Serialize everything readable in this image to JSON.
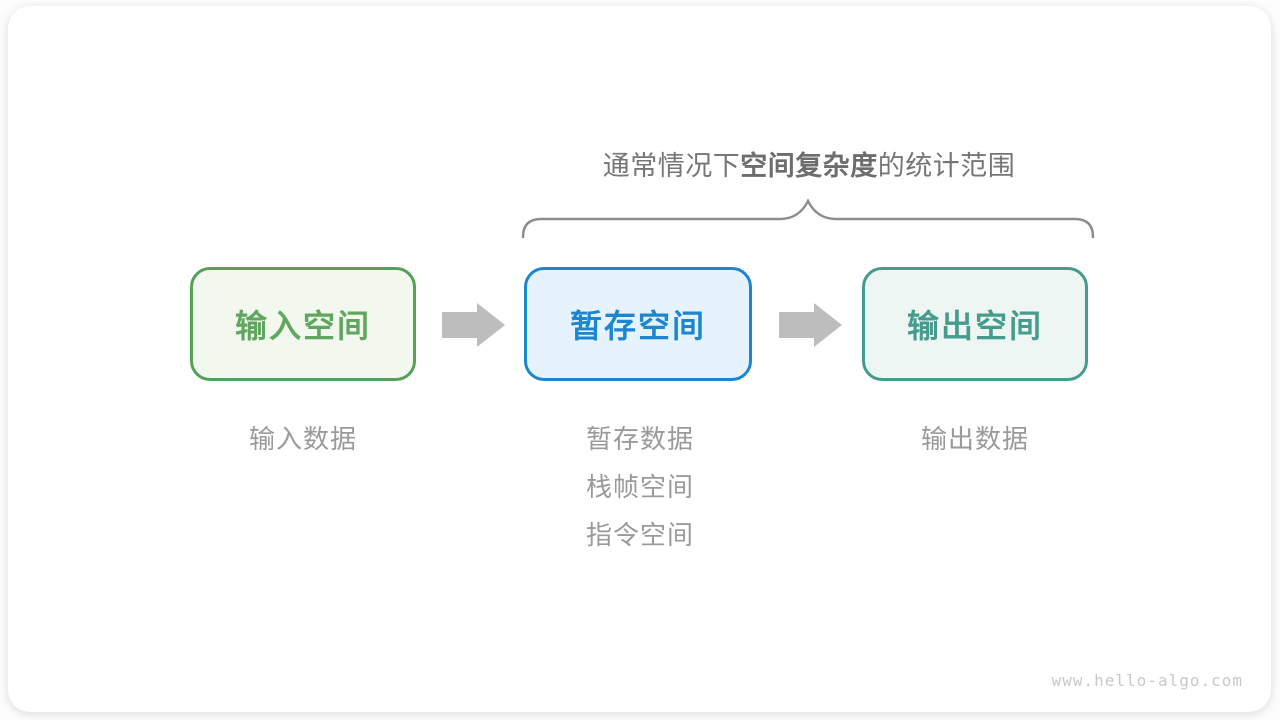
{
  "title": {
    "prefix": "通常情况下",
    "bold": "空间复杂度",
    "suffix": "的统计范围"
  },
  "boxes": [
    {
      "label": "输入空间",
      "border_color": "#57a05a",
      "bg_color": "#f2f8ee",
      "text_color": "#5fa65f"
    },
    {
      "label": "暂存空间",
      "border_color": "#1c86d1",
      "bg_color": "#e7f3fc",
      "text_color": "#1c86d1"
    },
    {
      "label": "输出空间",
      "border_color": "#459c8d",
      "bg_color": "#edf6f2",
      "text_color": "#459c8d"
    }
  ],
  "notes": {
    "input": "输入数据",
    "buffer": [
      "暂存数据",
      "栈帧空间",
      "指令空间"
    ],
    "output": "输出数据"
  },
  "icons": {
    "arrow": "right-block-arrow"
  },
  "colors": {
    "card_bg": "#ffffff",
    "title_text": "#767676",
    "note_text": "#9a9a9a",
    "brace": "#8e8e8e",
    "arrow": "#bdbdbd",
    "watermark": "#c9c9c9"
  },
  "watermark": "www.hello-algo.com"
}
